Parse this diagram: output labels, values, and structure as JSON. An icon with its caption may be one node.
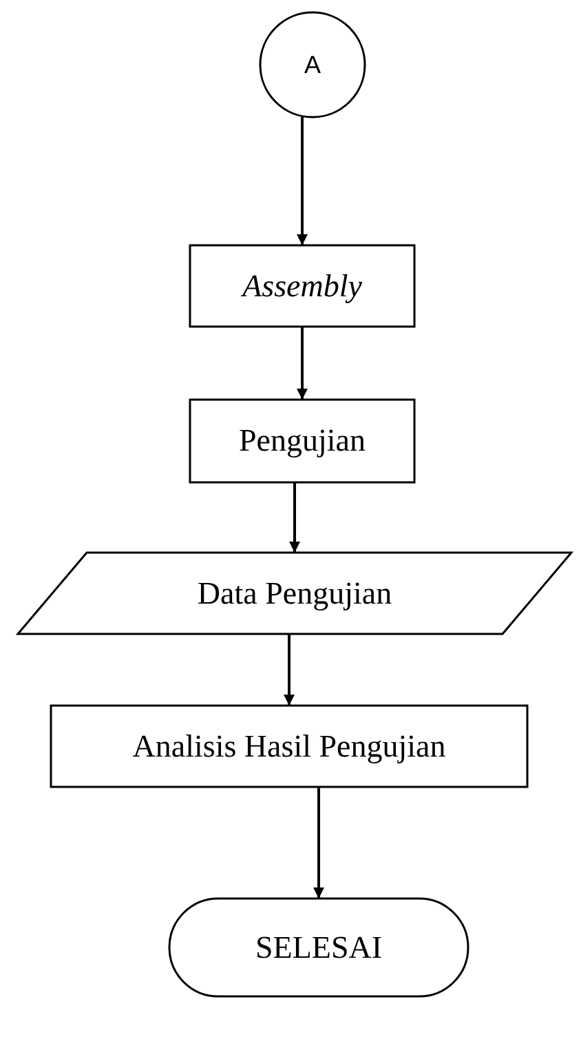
{
  "diagram": {
    "nodes": [
      {
        "text": [
          "A"
        ]
      },
      {
        "text": [
          "Assembly"
        ]
      },
      {
        "text": [
          "Pengujian"
        ]
      },
      {
        "text": [
          "Data Pengujian"
        ]
      },
      {
        "text": [
          "Analisis Hasil Pengujian"
        ]
      },
      {
        "text": [
          "SELESAI"
        ]
      }
    ],
    "edges": [
      {
        "from": 0,
        "to": 1,
        "arrow": "to"
      },
      {
        "from": 1,
        "to": 2,
        "arrow": "to"
      },
      {
        "from": 2,
        "to": 3,
        "arrow": "to"
      },
      {
        "from": 3,
        "to": 4,
        "arrow": "to"
      },
      {
        "from": 4,
        "to": 5,
        "arrow": "to"
      }
    ]
  }
}
